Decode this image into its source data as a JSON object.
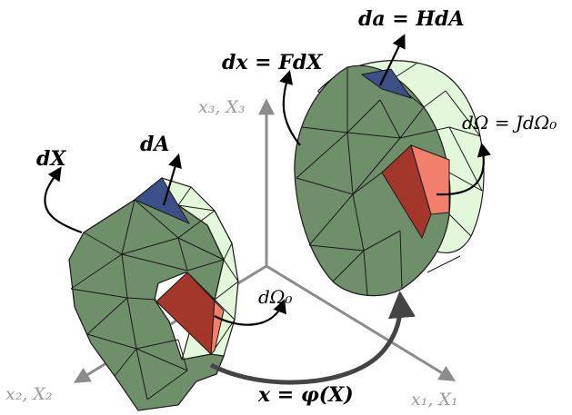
{
  "labels": {
    "dX": "dX",
    "dA": "dA",
    "dx_eq": "dx = FdX",
    "da_eq": "da = HdA",
    "dOmega0": "dΩ₀",
    "dOmega_eq": "dΩ = JdΩ₀",
    "map": "x = φ(X)",
    "axis3": "x₃, X₃",
    "axis2": "x₂, X₂",
    "axis1": "x₁, X₁"
  },
  "colors": {
    "mesh_dark": "#6f8f6a",
    "mesh_light": "#e3f7da",
    "mesh_lines": "#1a1a1a",
    "area_blue": "#3c4f87",
    "volume_dark_red": "#a3372b",
    "volume_light_red": "#f27e6c",
    "axes": "#8c8c8c",
    "axis_text": "#9a9a9a",
    "arrow": "#000000",
    "map_arrow": "#444444"
  }
}
